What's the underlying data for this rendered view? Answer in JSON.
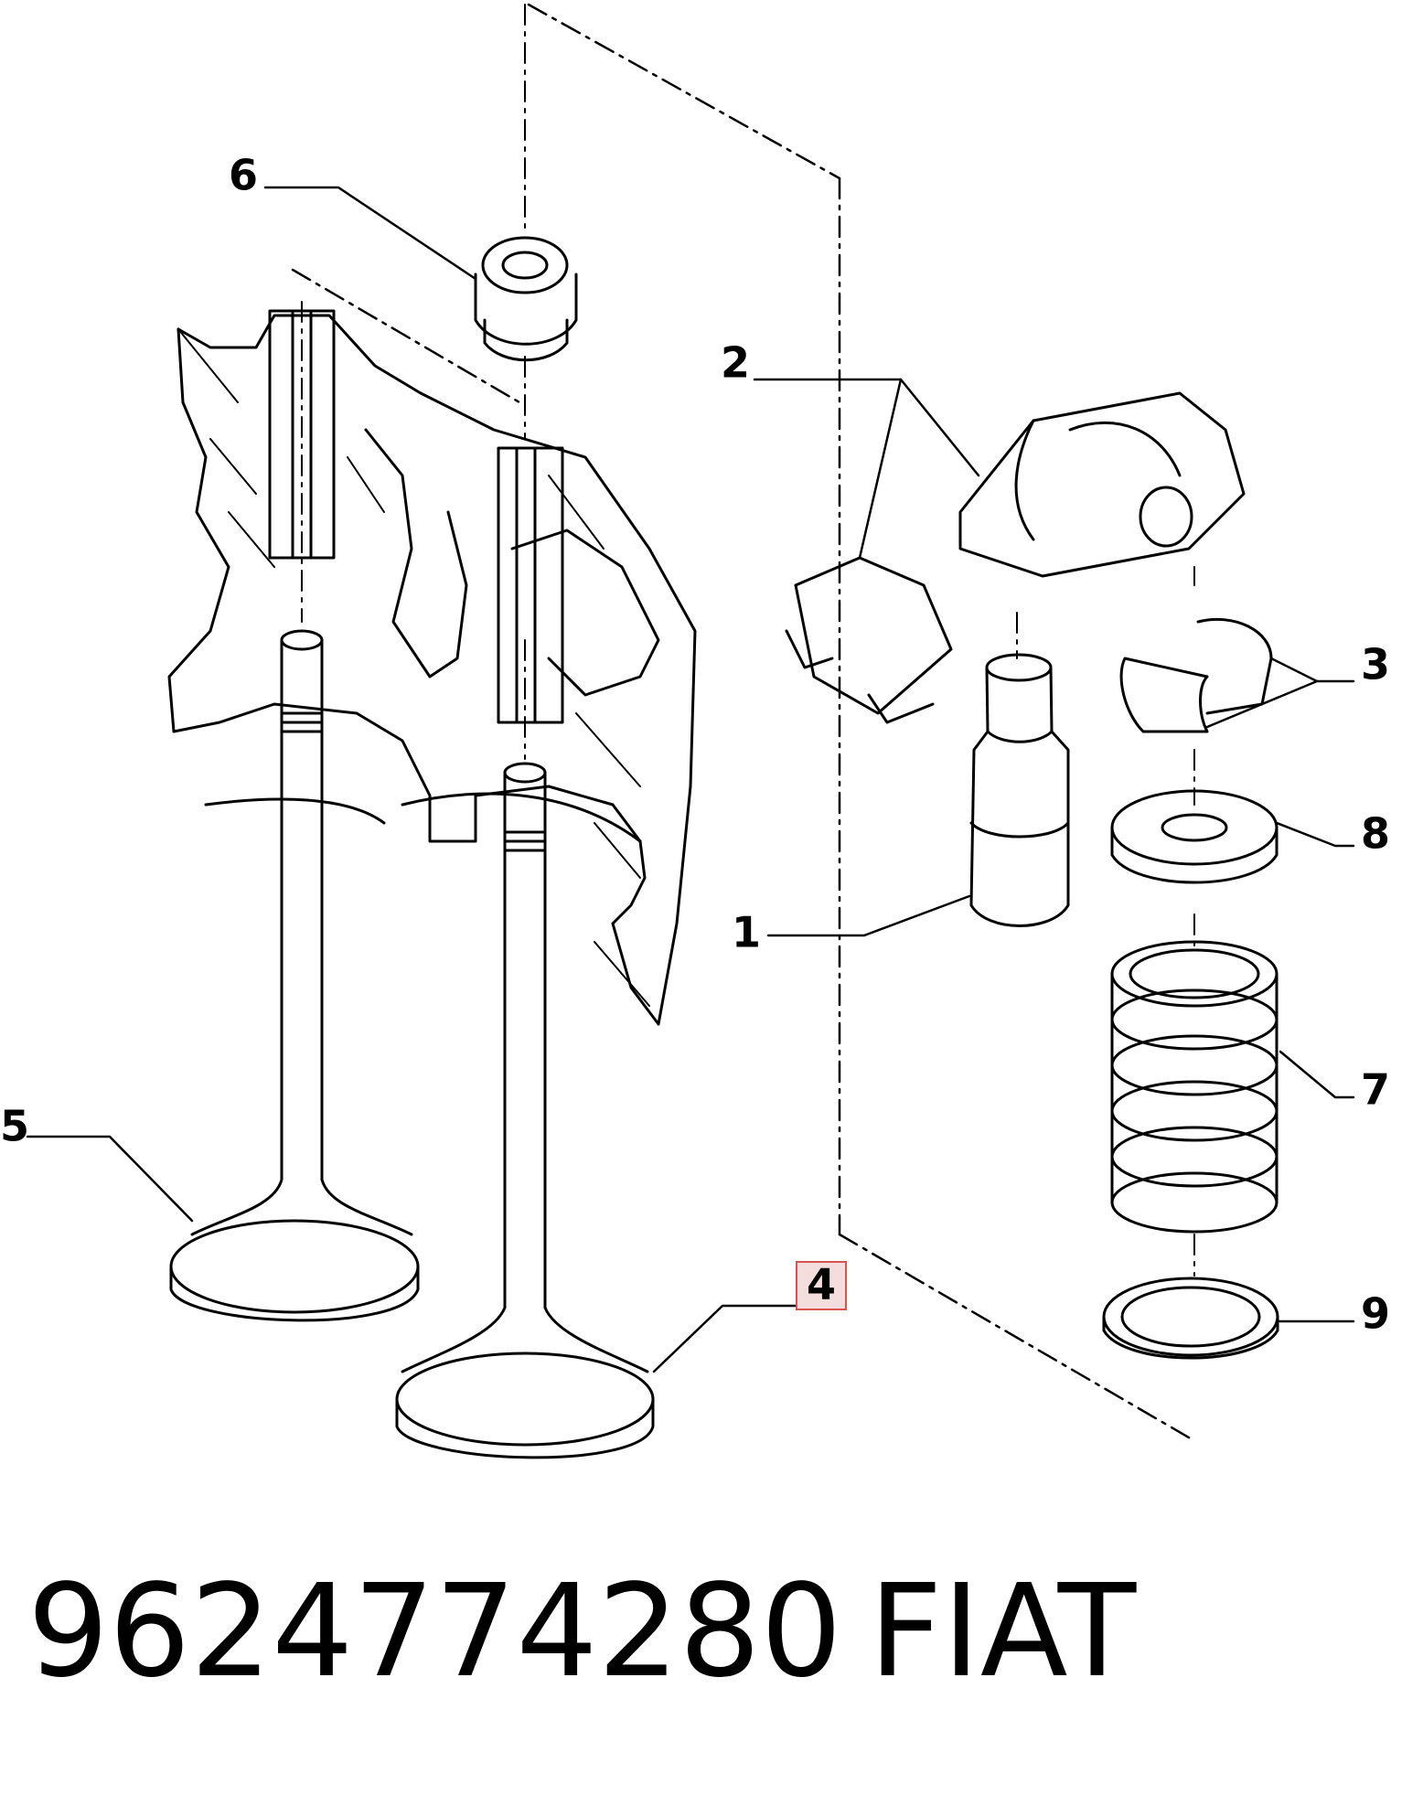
{
  "callouts": [
    {
      "id": "1",
      "label": "1"
    },
    {
      "id": "2",
      "label": "2"
    },
    {
      "id": "3",
      "label": "3"
    },
    {
      "id": "4",
      "label": "4",
      "highlighted": true
    },
    {
      "id": "5",
      "label": "5"
    },
    {
      "id": "6",
      "label": "6"
    },
    {
      "id": "7",
      "label": "7"
    },
    {
      "id": "8",
      "label": "8"
    },
    {
      "id": "9",
      "label": "9"
    }
  ],
  "footer": {
    "part_number": "9624774280",
    "brand": "FIAT"
  },
  "colors": {
    "ink": "#000000",
    "highlight_box": "#d9534f",
    "background": "#ffffff"
  }
}
